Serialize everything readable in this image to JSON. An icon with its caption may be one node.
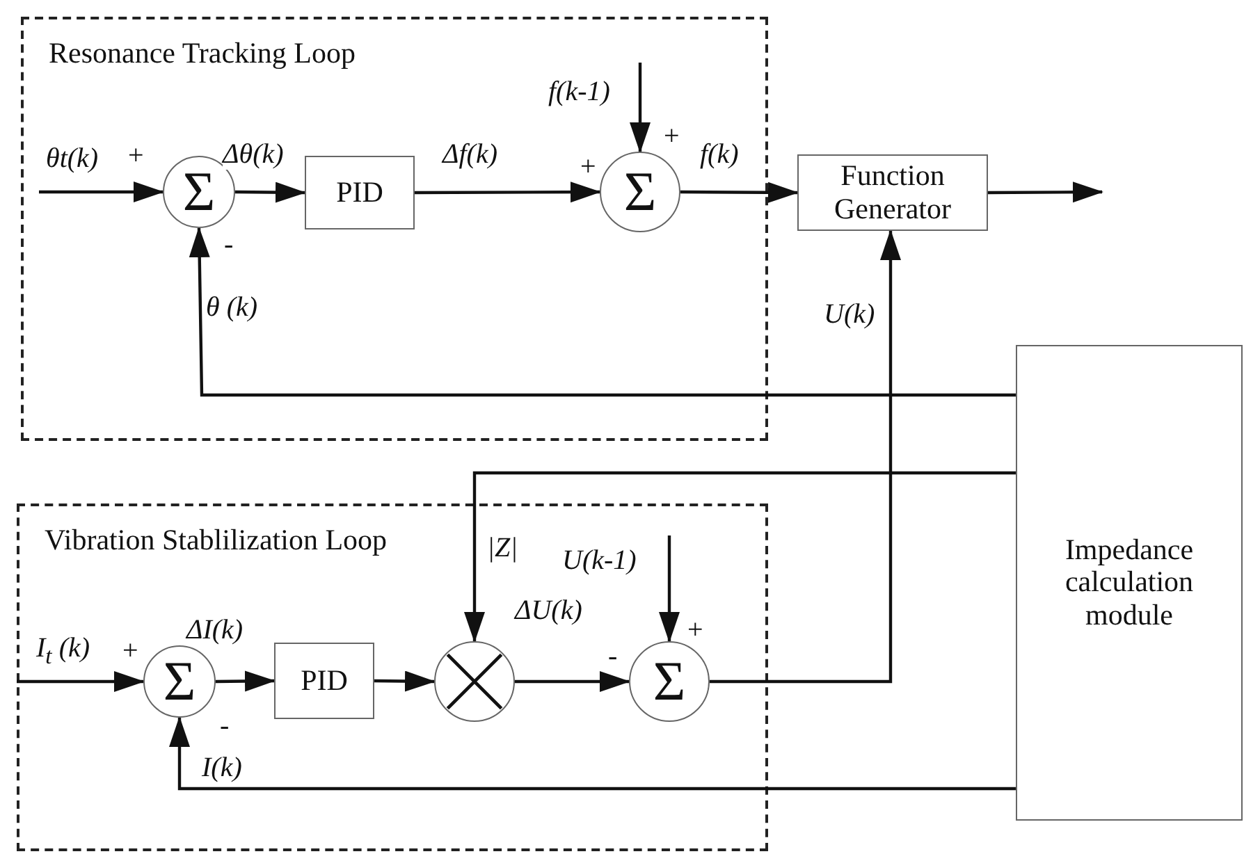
{
  "diagram": {
    "nodes": [
      {
        "text": [
          "Resonance Tracking Loop"
        ]
      },
      {
        "text": [
          "Σ"
        ],
        "in": 0
      },
      {
        "text": [
          "PID"
        ],
        "in": 0
      },
      {
        "text": [
          "Σ"
        ],
        "in": 0
      },
      {
        "text": [
          "Function Generator"
        ]
      },
      {
        "text": [
          "Vibration Stablilization Loop"
        ]
      },
      {
        "text": [
          "Σ"
        ],
        "in": 5
      },
      {
        "text": [
          "PID"
        ],
        "in": 5
      },
      {
        "text": [],
        "shape": "circle",
        "in": 5
      },
      {
        "text": [
          "Σ"
        ],
        "in": 5
      },
      {
        "text": [
          "Impedance calculation module"
        ]
      }
    ],
    "edges": [
      {
        "from": null,
        "to": 1,
        "arrow": "to",
        "label": "θt(k)"
      },
      {
        "from": 1,
        "to": 2,
        "arrow": "to",
        "label": "Δθ(k)"
      },
      {
        "from": 2,
        "to": 3,
        "arrow": "to",
        "label": "Δf(k)"
      },
      {
        "from": null,
        "to": 3,
        "arrow": "to",
        "label": "f(k-1)"
      },
      {
        "from": 3,
        "to": 4,
        "arrow": "to",
        "label": "f(k)"
      },
      {
        "from": 4,
        "to": null,
        "arrow": "to"
      },
      {
        "from": 10,
        "to": 1,
        "arrow": "to",
        "label": "θ (k)"
      },
      {
        "from": 9,
        "to": 4,
        "arrow": "to",
        "label": "U(k)"
      },
      {
        "from": 10,
        "to": 8,
        "arrow": "to",
        "label": "|Z|"
      },
      {
        "from": null,
        "to": 6,
        "arrow": "to",
        "label": "I$_{t}$ (k)"
      },
      {
        "from": 6,
        "to": 7,
        "arrow": "to",
        "label": "ΔI(k)"
      },
      {
        "from": 7,
        "to": 8,
        "arrow": "to"
      },
      {
        "from": 8,
        "to": 9,
        "arrow": "to",
        "label": "ΔU(k)"
      },
      {
        "from": null,
        "to": 9,
        "arrow": "to",
        "label": "U(k-1)"
      },
      {
        "from": 10,
        "to": 6,
        "arrow": "to",
        "label": "I(k)"
      }
    ],
    "labels": [
      "+",
      "-",
      "+",
      "+",
      "+",
      "-",
      "-",
      "+"
    ]
  }
}
